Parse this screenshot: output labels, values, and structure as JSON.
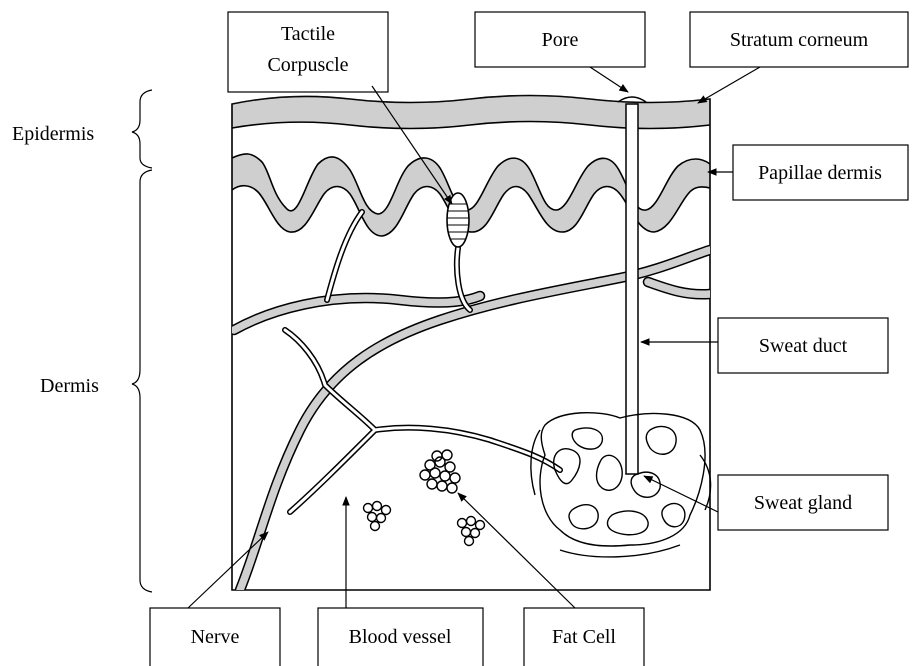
{
  "labels": {
    "tactile_corpuscle_line1": "Tactile",
    "tactile_corpuscle_line2": "Corpuscle",
    "pore": "Pore",
    "stratum_corneum": "Stratum corneum",
    "papillae_dermis": "Papillae dermis",
    "sweat_duct": "Sweat duct",
    "sweat_gland": "Sweat gland",
    "nerve": "Nerve",
    "blood_vessel": "Blood vessel",
    "fat_cell": "Fat Cell"
  },
  "layers": {
    "epidermis": "Epidermis",
    "dermis": "Dermis"
  }
}
